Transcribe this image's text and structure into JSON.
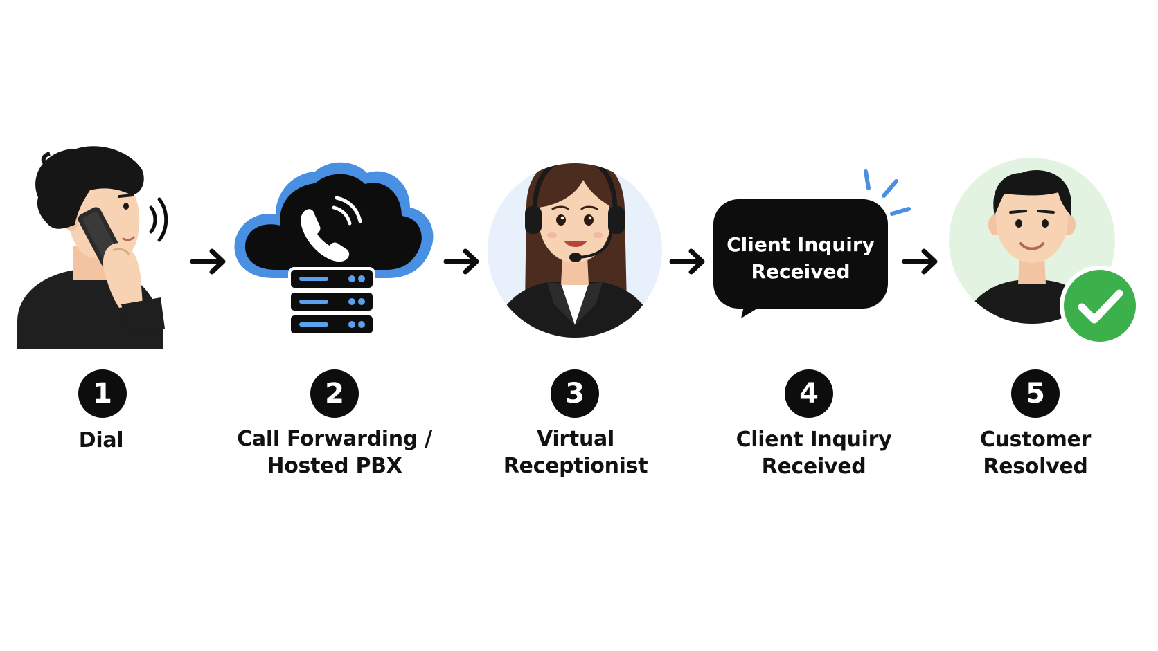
{
  "steps": [
    {
      "number": "1",
      "label_lines": [
        "Dial"
      ],
      "icon": "caller-on-phone-icon"
    },
    {
      "number": "2",
      "label_lines": [
        "Call Forwarding /",
        "Hosted PBX"
      ],
      "icon": "cloud-server-phone-icon"
    },
    {
      "number": "3",
      "label_lines": [
        "Virtual",
        "Receptionist"
      ],
      "icon": "receptionist-headset-icon"
    },
    {
      "number": "4",
      "label_lines": [
        "Client Inquiry",
        "Received"
      ],
      "icon": "speech-bubble-icon"
    },
    {
      "number": "5",
      "label_lines": [
        "Customer",
        "Resolved"
      ],
      "icon": "resolved-customer-icon"
    }
  ],
  "bubble": {
    "line1": "Client Inquiry",
    "line2": "Received"
  },
  "colors": {
    "ink": "#0d0d0d",
    "cloud_outline": "#4a90e2",
    "server_light": "#5aa0ea",
    "receptionist_bg": "#e8f1fb",
    "customer_bg": "#e2f4e1",
    "check_green": "#3cb04a",
    "skin": "#f7d3b4"
  }
}
